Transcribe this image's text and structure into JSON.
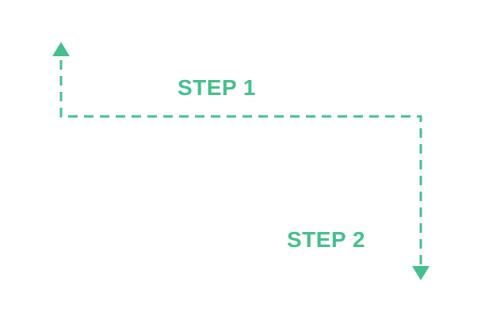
{
  "diagram": {
    "steps": [
      {
        "label": "STEP 1"
      },
      {
        "label": "STEP 2"
      }
    ],
    "connector": {
      "style": "dashed",
      "direction": "up-then-across-then-down",
      "arrowheads": [
        "up-arrow-icon",
        "down-arrow-icon"
      ]
    }
  },
  "colors": {
    "accent": "#45bf8e",
    "background": "#ffffff"
  }
}
